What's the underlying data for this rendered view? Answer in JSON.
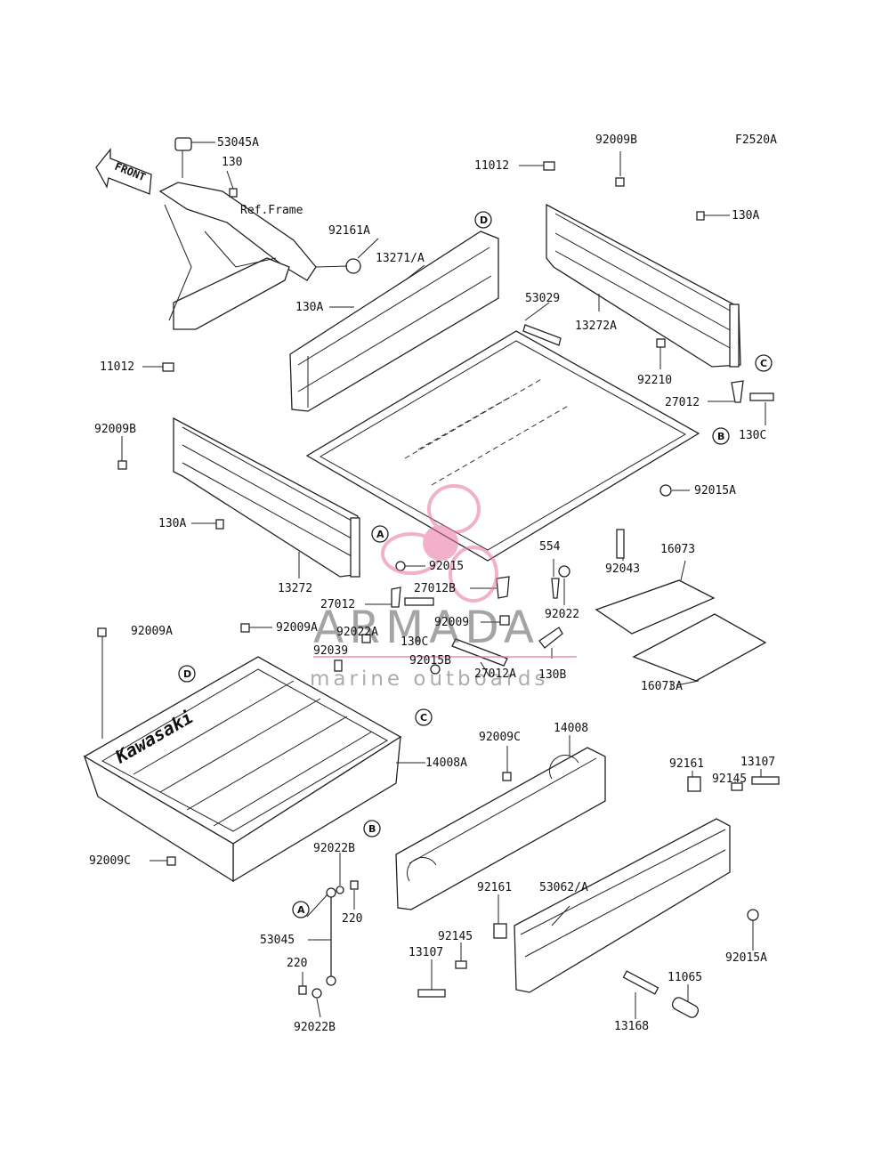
{
  "diagram": {
    "figure_code": "F2520A",
    "front_label": "FRONT",
    "ref_frame_label": "Ref.Frame"
  },
  "watermark": {
    "brand": "ARMADA",
    "tagline": "marine outboards",
    "logo_color": "#e8739c"
  },
  "labels": {
    "p53045A": "53045A",
    "p130_top": "130",
    "p92161A": "92161A",
    "p13271A": "13271/A",
    "p130A_mid": "130A",
    "p11012_top": "11012",
    "p92009B_top": "92009B",
    "p130A_right": "130A",
    "p53029": "53029",
    "p13272A": "13272A",
    "p92210": "92210",
    "p27012_right": "27012",
    "p130C_right": "130C",
    "p92015A_mid": "92015A",
    "p11012_left": "11012",
    "p92009B_left": "92009B",
    "p130A_left": "130A",
    "p13272": "13272",
    "p92015": "92015",
    "p27012B": "27012B",
    "p554": "554",
    "p92043": "92043",
    "p16073": "16073",
    "p27012_mid": "27012",
    "p92022": "92022",
    "p92009_mid": "92009",
    "p92009A_left": "92009A",
    "p92009A_mid": "92009A",
    "p92022A": "92022A",
    "p92039": "92039",
    "p130C_mid": "130C",
    "p92015B": "92015B",
    "p130B": "130B",
    "p16073A": "16073A",
    "p27012A": "27012A",
    "p14008A": "14008A",
    "p92009C_mid": "92009C",
    "p14008": "14008",
    "p92161_right": "92161",
    "p13107_right": "13107",
    "p92145_right": "92145",
    "p92009C_left": "92009C",
    "p92022B_top": "92022B",
    "p220_top": "220",
    "p53045": "53045",
    "p220_bottom": "220",
    "p92022B_bottom": "92022B",
    "p92161_mid": "92161",
    "p53062A": "53062/A",
    "p92145_mid": "92145",
    "p13107_mid": "13107",
    "p92015A_right": "92015A",
    "p11065": "11065",
    "p13168": "13168"
  },
  "callouts": {
    "A": "A",
    "B": "B",
    "C": "C",
    "D": "D"
  }
}
